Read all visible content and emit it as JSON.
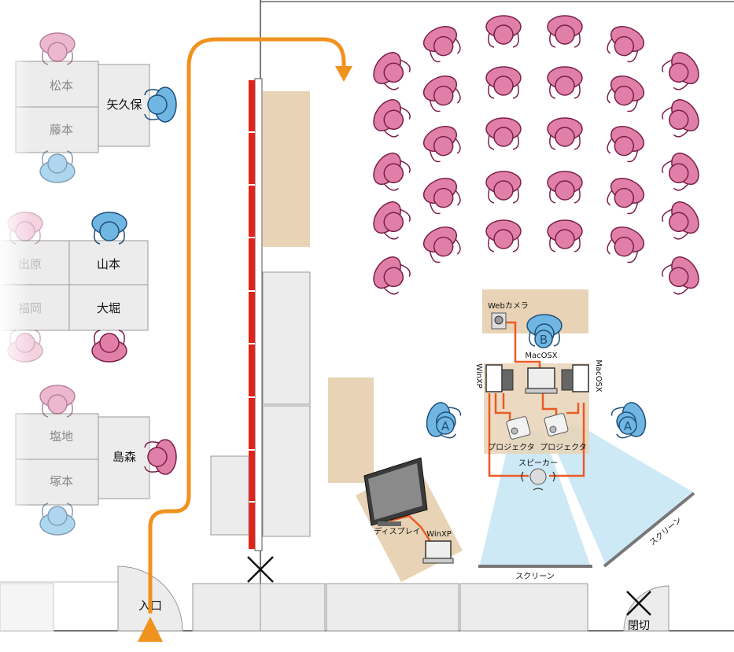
{
  "desks_left": {
    "top": {
      "row1": "松本",
      "row2": "藤本",
      "side": "矢久保"
    },
    "middle": {
      "row1a": "出原",
      "row1b": "山本",
      "row2a": "福岡",
      "row2b": "大堀"
    },
    "bottom": {
      "row1": "塩地",
      "row2": "塚本",
      "side": "島森"
    }
  },
  "entrance_label": "入口",
  "closed_label": "閉切",
  "equipment": {
    "webcam": "Webカメラ",
    "macosx_center": "MacOSX",
    "winxp_side": "WinXP",
    "macosx_side": "MacOSX",
    "projector_1": "プロジェクタ",
    "projector_2": "プロジェクタ",
    "speaker": "スピーカー",
    "display": "ディスプレイ",
    "winxp_laptop": "WinXP",
    "screen_bottom": "スクリーン",
    "screen_right": "スクリーン"
  },
  "markers": {
    "b": "B",
    "a_left": "A",
    "a_right": "A"
  },
  "colors": {
    "audience": "#e07fa8",
    "operator": "#6fb6e2",
    "route": "#f0921e",
    "partition": "#e2231a",
    "table": "#e8d3b6",
    "cable": "#ea5a24",
    "beam": "#c6e5f4"
  }
}
